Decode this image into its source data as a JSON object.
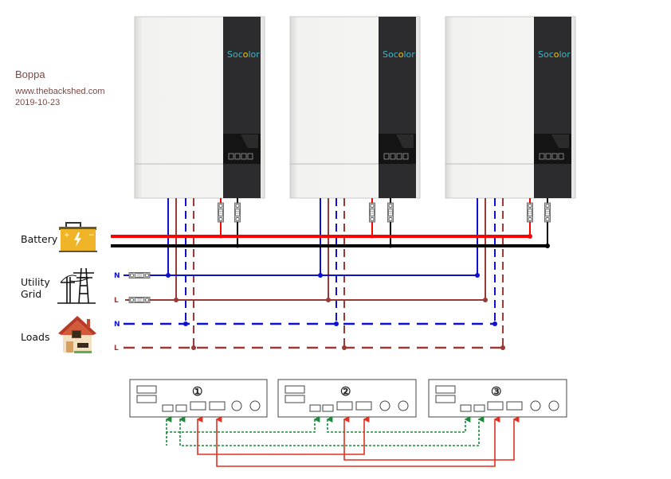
{
  "meta": {
    "author": "Boppa",
    "website": "www.thebackshed.com",
    "date": "2019-10-23"
  },
  "inverters": [
    {
      "brand_prefix": "Soc",
      "brand_accent": "o",
      "brand_suffix": "lor"
    },
    {
      "brand_prefix": "Soc",
      "brand_accent": "o",
      "brand_suffix": "lor"
    },
    {
      "brand_prefix": "Soc",
      "brand_accent": "o",
      "brand_suffix": "lor"
    }
  ],
  "sources": {
    "battery": {
      "label": "Battery",
      "icon": "battery-icon"
    },
    "grid": {
      "label_line1": "Utility",
      "label_line2": "Grid",
      "icon": "power-pylon-icon"
    },
    "loads": {
      "label": "Loads",
      "icon": "house-icon"
    }
  },
  "lines": {
    "grid_n": "N",
    "grid_l": "L",
    "load_n": "N",
    "load_l": "L"
  },
  "parallel_panels": [
    {
      "number": "①"
    },
    {
      "number": "②"
    },
    {
      "number": "③"
    }
  ],
  "colors": {
    "battery_positive": "#ff0000",
    "battery_negative": "#000000",
    "neutral": "#1010d0",
    "live": "#9a3a36",
    "current_share": "#1a8a3a",
    "parallel_comm": "#e03020",
    "brand_teal": "#3fb6c4",
    "brand_yellow": "#f2c511",
    "inverter_dark": "#2c2c2e",
    "battery_body": "#f0b429"
  }
}
